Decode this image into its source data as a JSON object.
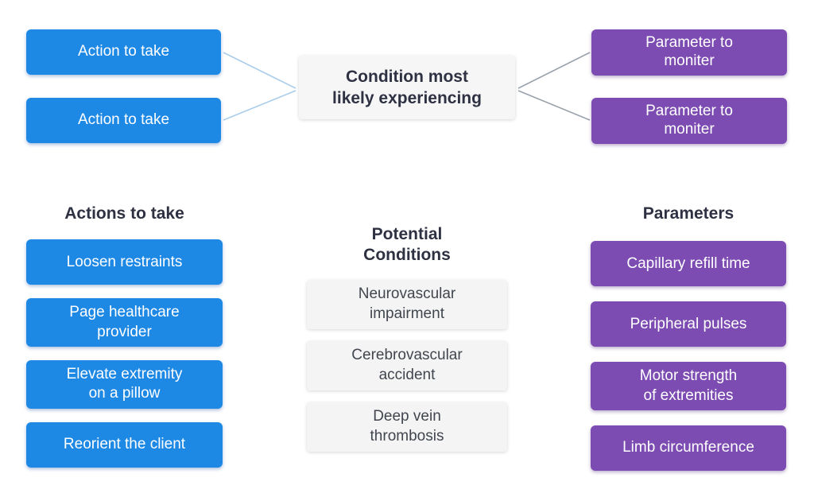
{
  "top": {
    "action_slots": [
      "Action to take",
      "Action to take"
    ],
    "condition_slot": "Condition most\nlikely experiencing",
    "parameter_slots": [
      "Parameter to\nmoniter",
      "Parameter to\nmoniter"
    ]
  },
  "columns": {
    "actions": {
      "heading": "Actions to take",
      "items": [
        "Loosen restraints",
        "Page healthcare\nprovider",
        "Elevate extremity\non a pillow",
        "Reorient the client"
      ]
    },
    "conditions": {
      "heading": "Potential\nConditions",
      "items": [
        "Neurovascular\nimpairment",
        "Cerebrovascular\naccident",
        "Deep vein\nthrombosis"
      ]
    },
    "parameters": {
      "heading": "Parameters",
      "items": [
        "Capillary refill time",
        "Peripheral pulses",
        "Motor strength\nof extremities",
        "Limb circumference"
      ]
    }
  },
  "colors": {
    "action_blue": "#1e88e5",
    "parameter_purple": "#7d4cb2",
    "neutral_card": "#f4f4f5",
    "connector_left_blue": "#aacdeb",
    "connector_right_gray": "#9aa2ab"
  }
}
